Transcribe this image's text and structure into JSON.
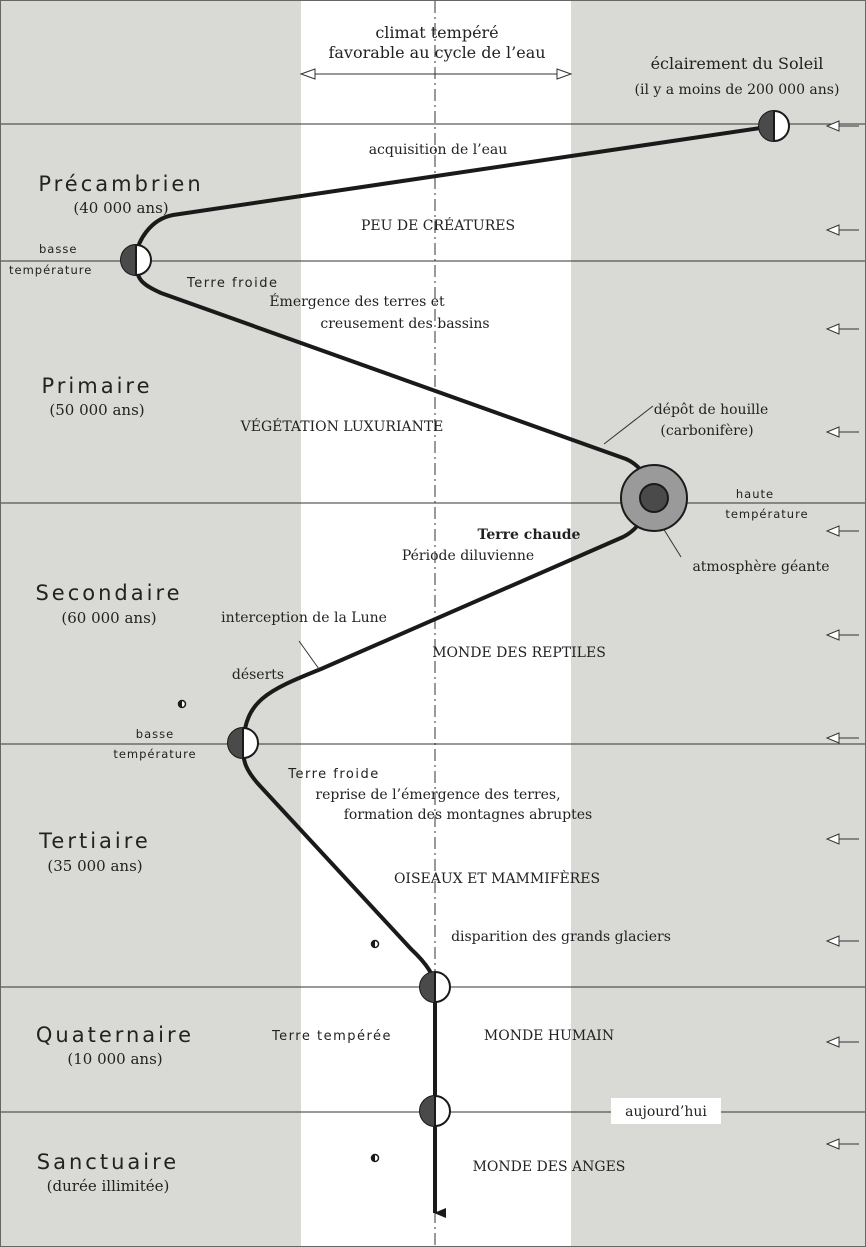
{
  "header": {
    "climate_line1": "climat tempéré",
    "climate_line2": "favorable au cycle de l’eau",
    "sun_line1": "éclairement du Soleil",
    "sun_line2": "(il y a moins de 200 000 ans)"
  },
  "eras": [
    {
      "name": "Précambrien",
      "duration": "(40 000 ans)"
    },
    {
      "name": "Primaire",
      "duration": "(50 000 ans)"
    },
    {
      "name": "Secondaire",
      "duration": "(60 000 ans)"
    },
    {
      "name": "Tertiaire",
      "duration": "(35 000 ans)"
    },
    {
      "name": "Quaternaire",
      "duration": "(10 000 ans)"
    },
    {
      "name": "Sanctuaire",
      "duration": "(durée illimitée)"
    }
  ],
  "labels": {
    "acquisition": "acquisition de l’eau",
    "peu_creatures": "PEU DE CRÉATURES",
    "basse1_l1": "basse",
    "basse1_l2": "température",
    "terre_froide1": "Terre froide",
    "emergence_l1": "Émergence des terres et",
    "emergence_l2": "creusement des bassins",
    "vegetation": "VÉGÉTATION LUXURIANTE",
    "depot_l1": "dépôt de houille",
    "depot_l2": "(carbonifère)",
    "haute_l1": "haute",
    "haute_l2": "température",
    "terre_chaude": "Terre chaude",
    "diluvienne": "Période diluvienne",
    "atmosphere": "atmosphère géante",
    "interception": "interception de la Lune",
    "reptiles": "MONDE DES REPTILES",
    "deserts": "déserts",
    "basse2_l1": "basse",
    "basse2_l2": "température",
    "terre_froide2": "Terre froide",
    "reprise_l1": "reprise de l’émergence des terres,",
    "reprise_l2": "formation des montagnes abruptes",
    "oiseaux": "OISEAUX ET MAMMIFÈRES",
    "glaciers": "disparition des grands glaciers",
    "terre_temperee": "Terre tempérée",
    "humain": "MONDE HUMAIN",
    "aujourdhui": "aujourd’hui",
    "anges": "MONDE DES ANGES"
  },
  "colors": {
    "band": "#d9d9d6",
    "center": "#ffffff",
    "line": "#1a1a1a",
    "dark_half": "#4a4a4a",
    "hot_outer": "#9a9a9a"
  }
}
